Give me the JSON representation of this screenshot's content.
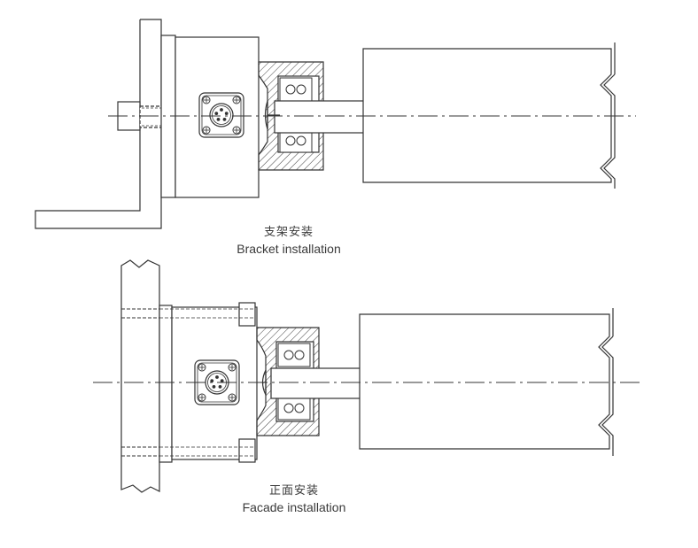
{
  "captions": {
    "bracket": {
      "zh": "支架安装",
      "en": "Bracket installation"
    },
    "facade": {
      "zh": "正面安装",
      "en": "Facade installation"
    }
  },
  "colors": {
    "line": "#333333",
    "hatch": "#444444",
    "background": "#ffffff"
  },
  "connector_pin_count": 5
}
